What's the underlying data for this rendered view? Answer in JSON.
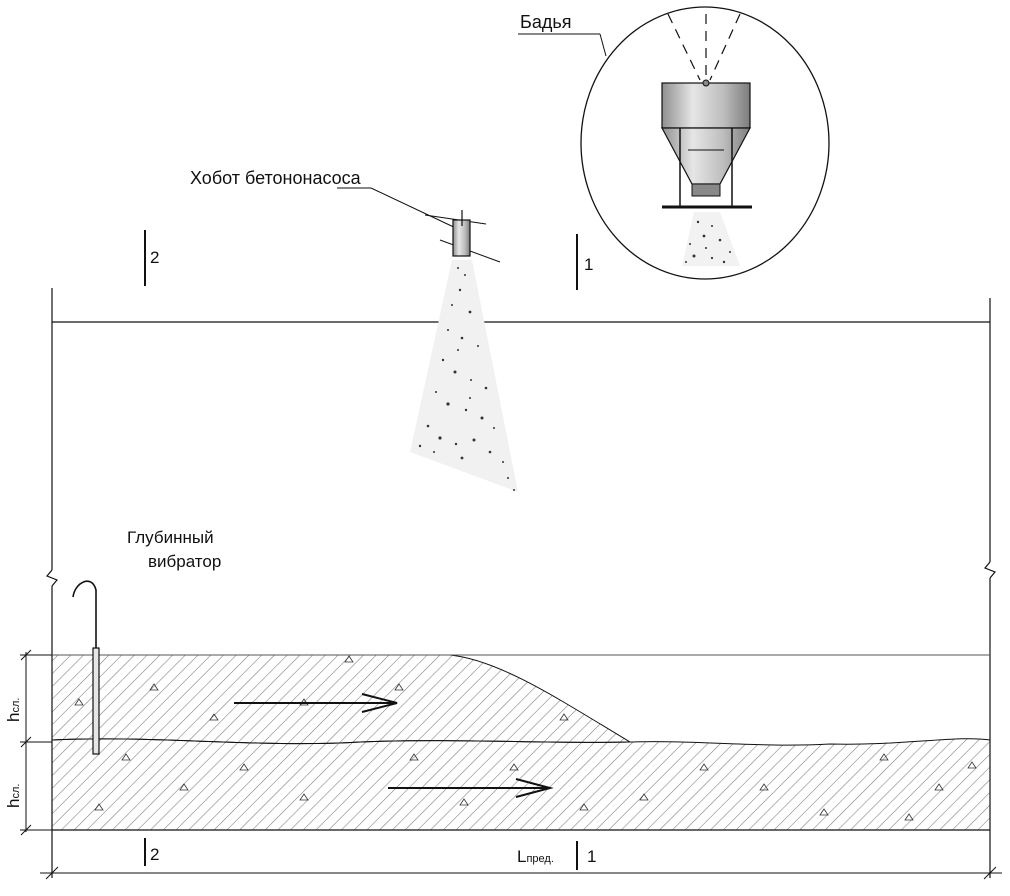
{
  "labels": {
    "bucket": "Бадья",
    "pump_hose": "Хобот бетононасоса",
    "vibrator_line1": "Глубинный",
    "vibrator_line2": "вибратор",
    "layer_h_main": "h",
    "layer_h_sub": "сл.",
    "length_main": "L",
    "length_sub": "пред.",
    "section_1": "1",
    "section_2": "2"
  },
  "colors": {
    "line": "#111111",
    "bucket_body": "#bdbdbd",
    "hatch": "#6b6b6b"
  }
}
